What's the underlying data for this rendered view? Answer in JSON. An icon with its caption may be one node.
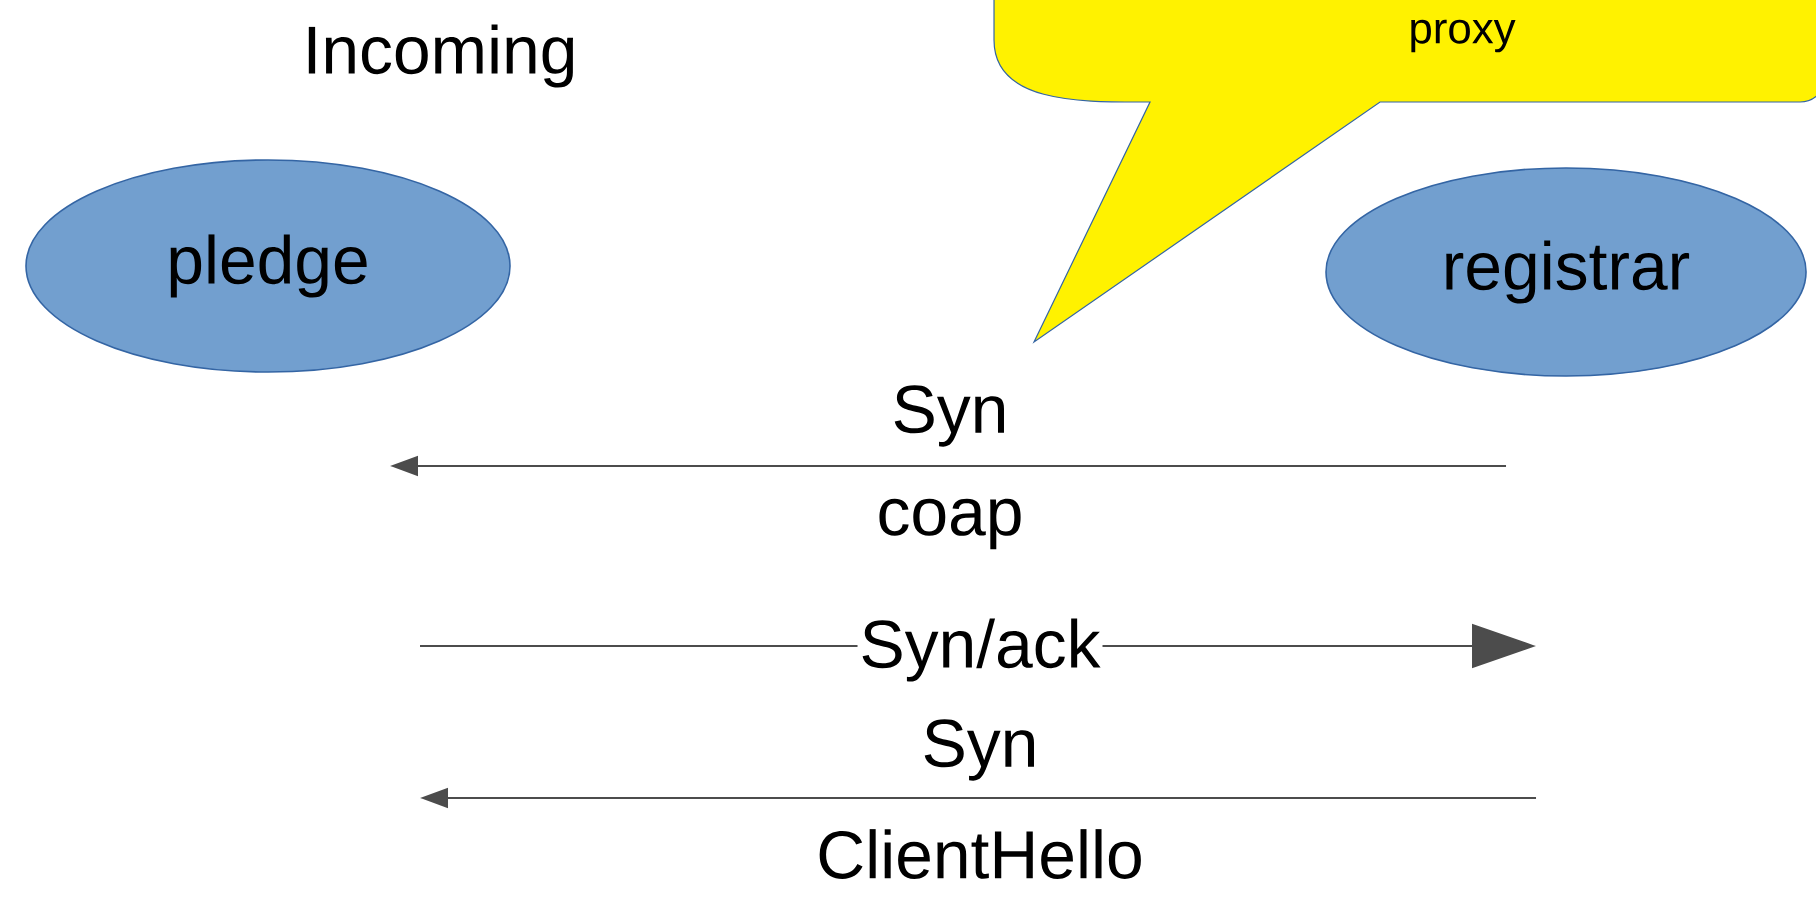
{
  "diagram": {
    "title": "Incoming",
    "nodes": [
      {
        "text": [
          "pledge"
        ]
      },
      {
        "text": [
          "registrar"
        ]
      },
      {
        "text": [
          "proxy"
        ]
      }
    ],
    "labels": [
      "Syn",
      "coap",
      "Syn/ack",
      "Syn",
      "ClientHello"
    ]
  }
}
